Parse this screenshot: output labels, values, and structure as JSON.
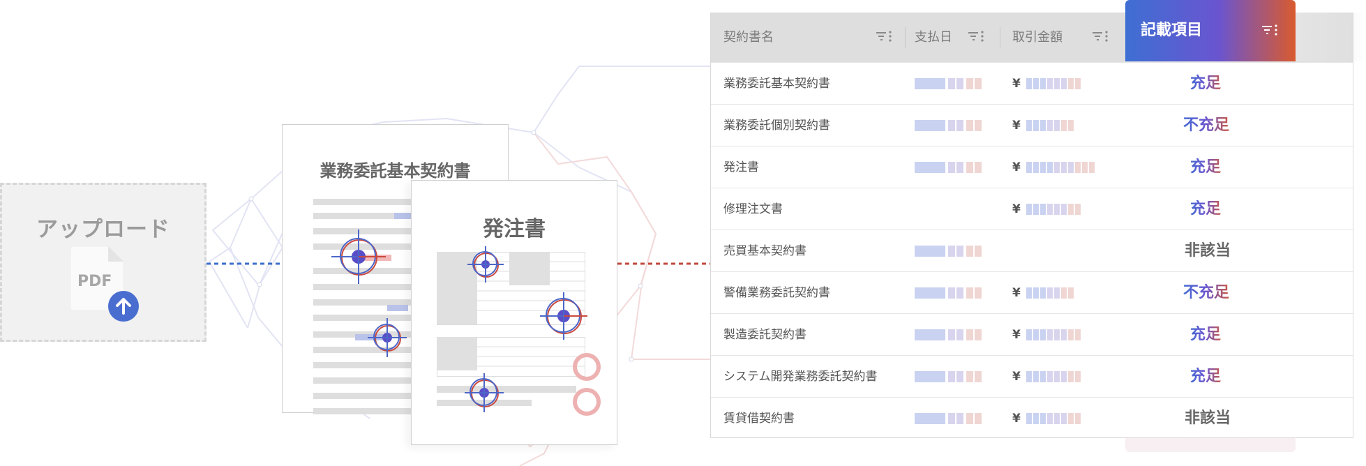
{
  "upload": {
    "title": "アップロード",
    "file_label": "PDF",
    "icon": "upload-arrow-icon"
  },
  "documents": [
    {
      "title": "業務委託基本契約書"
    },
    {
      "title": "発注書"
    }
  ],
  "table": {
    "columns": [
      {
        "label": "契約書名"
      },
      {
        "label": "支払日"
      },
      {
        "label": "取引金額"
      },
      {
        "label": "記載項目"
      }
    ],
    "currency_symbol": "¥",
    "rows": [
      {
        "name": "業務委託基本契約書",
        "has_date": true,
        "has_amount": true,
        "status": "充足",
        "status_type": "ok"
      },
      {
        "name": "業務委託個別契約書",
        "has_date": true,
        "has_amount": true,
        "status": "不充足",
        "status_type": "ng"
      },
      {
        "name": "発注書",
        "has_date": true,
        "has_amount": true,
        "status": "充足",
        "status_type": "ok"
      },
      {
        "name": "修理注文書",
        "has_date": false,
        "has_amount": true,
        "status": "充足",
        "status_type": "ok"
      },
      {
        "name": "売買基本契約書",
        "has_date": true,
        "has_amount": false,
        "status": "非該当",
        "status_type": "na"
      },
      {
        "name": "警備業務委託契約書",
        "has_date": true,
        "has_amount": true,
        "status": "不充足",
        "status_type": "ng"
      },
      {
        "name": "製造委託契約書",
        "has_date": true,
        "has_amount": true,
        "status": "充足",
        "status_type": "ok"
      },
      {
        "name": "システム開発業務委託契約書",
        "has_date": true,
        "has_amount": true,
        "status": "充足",
        "status_type": "ok"
      },
      {
        "name": "賃貸借契約書",
        "has_date": true,
        "has_amount": true,
        "status": "非該当",
        "status_type": "na"
      }
    ]
  },
  "colors": {
    "accent_blue": "#3e6fd3",
    "accent_purple": "#6a55cf",
    "accent_red": "#d95a2e",
    "connector_blue": "#3b6fc9",
    "connector_red": "#c0483c",
    "neutral_text": "#555555"
  }
}
